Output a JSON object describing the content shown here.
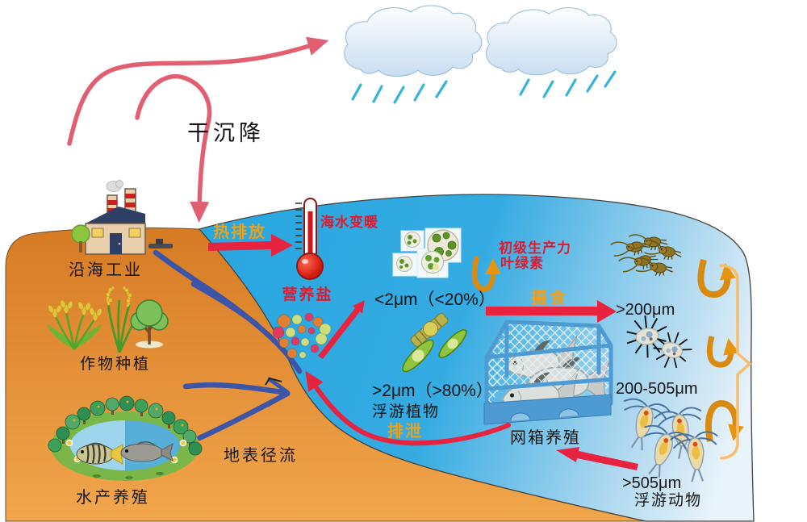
{
  "diagram": {
    "type": "coastal-aquaculture-nutrient-cycle-schematic"
  },
  "labels": {
    "dry_deposition": "干沉降",
    "coastal_industry": "沿海工业",
    "crop_planting": "作物种植",
    "pond_aquaculture": "水产养殖",
    "surface_runoff": "地表径流",
    "heat_discharge": "热排放",
    "seawater_warming": "海水变暖",
    "nutrients": "营养盐",
    "small_size_fraction": "<2μm（<20%）",
    "primary_productivity": "初级生产力",
    "chlorophyll": "叶绿素",
    "grazing": "摄食",
    "size_gt_200": ">200μm",
    "size_200_505": "200-505μm",
    "size_gt_505": ">505μm",
    "zooplankton": "浮游动物",
    "large_size_fraction": ">2μm（>80%）",
    "phytoplankton": "浮游植物",
    "excretion": "排泄",
    "cage_aquaculture": "网箱养殖"
  },
  "colors": {
    "sea_blue": "#29A7E0",
    "sea_fade": "#E9F3FA",
    "land_orange_dark": "#D67B24",
    "land_orange_light": "#F2A64C",
    "river_blue": "#3C55A8",
    "rain_cyan": "#35B3D9",
    "arrow_red": "#E8233F",
    "curve_pink_red": "#E25F72",
    "cycle_arrow_orange": "#E8940F",
    "bracket_orange": "#F6BE6E",
    "label_red": "#E01A2E",
    "label_orange": "#E8A21C",
    "cage_blue": "#4E9BD3"
  }
}
